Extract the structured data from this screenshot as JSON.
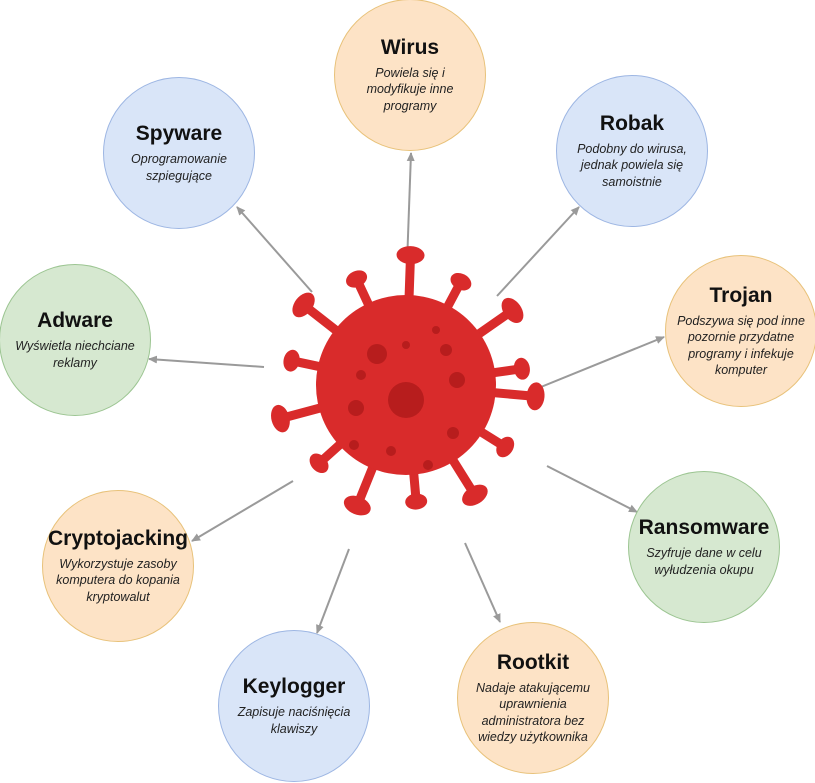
{
  "colors": {
    "virus": "#d92b2b",
    "virus_spot": "#b71d1d",
    "arrow": "#9a9a9a",
    "orange_fill": "#fde3c6",
    "orange_border": "#e8c27a",
    "blue_fill": "#d9e5f8",
    "blue_border": "#9db6e3",
    "green_fill": "#d6e8d0",
    "green_border": "#9cc592"
  },
  "center_icon": "virus-icon",
  "nodes": [
    {
      "id": "wirus",
      "title": "Wirus",
      "desc": "Powiela się i modyfikuje inne programy",
      "color": "orange"
    },
    {
      "id": "robak",
      "title": "Robak",
      "desc": "Podobny do wirusa, jednak powiela się samoistnie",
      "color": "blue"
    },
    {
      "id": "trojan",
      "title": "Trojan",
      "desc": "Podszywa się pod inne pozornie przydatne programy i infekuje komputer",
      "color": "orange"
    },
    {
      "id": "ransomware",
      "title": "Ransomware",
      "desc": "Szyfruje dane w celu wyłudzenia okupu",
      "color": "green"
    },
    {
      "id": "rootkit",
      "title": "Rootkit",
      "desc": "Nadaje atakującemu uprawnienia administratora bez wiedzy użytkownika",
      "color": "orange"
    },
    {
      "id": "keylogger",
      "title": "Keylogger",
      "desc": "Zapisuje naciśnięcia klawiszy",
      "color": "blue"
    },
    {
      "id": "cryptojacking",
      "title": "Cryptojacking",
      "desc": "Wykorzystuje zasoby komputera do kopania kryptowalut",
      "color": "orange"
    },
    {
      "id": "adware",
      "title": "Adware",
      "desc": "Wyświetla niechciane reklamy",
      "color": "green"
    },
    {
      "id": "spyware",
      "title": "Spyware",
      "desc": "Oprogramowanie szpiegujące",
      "color": "blue"
    }
  ]
}
